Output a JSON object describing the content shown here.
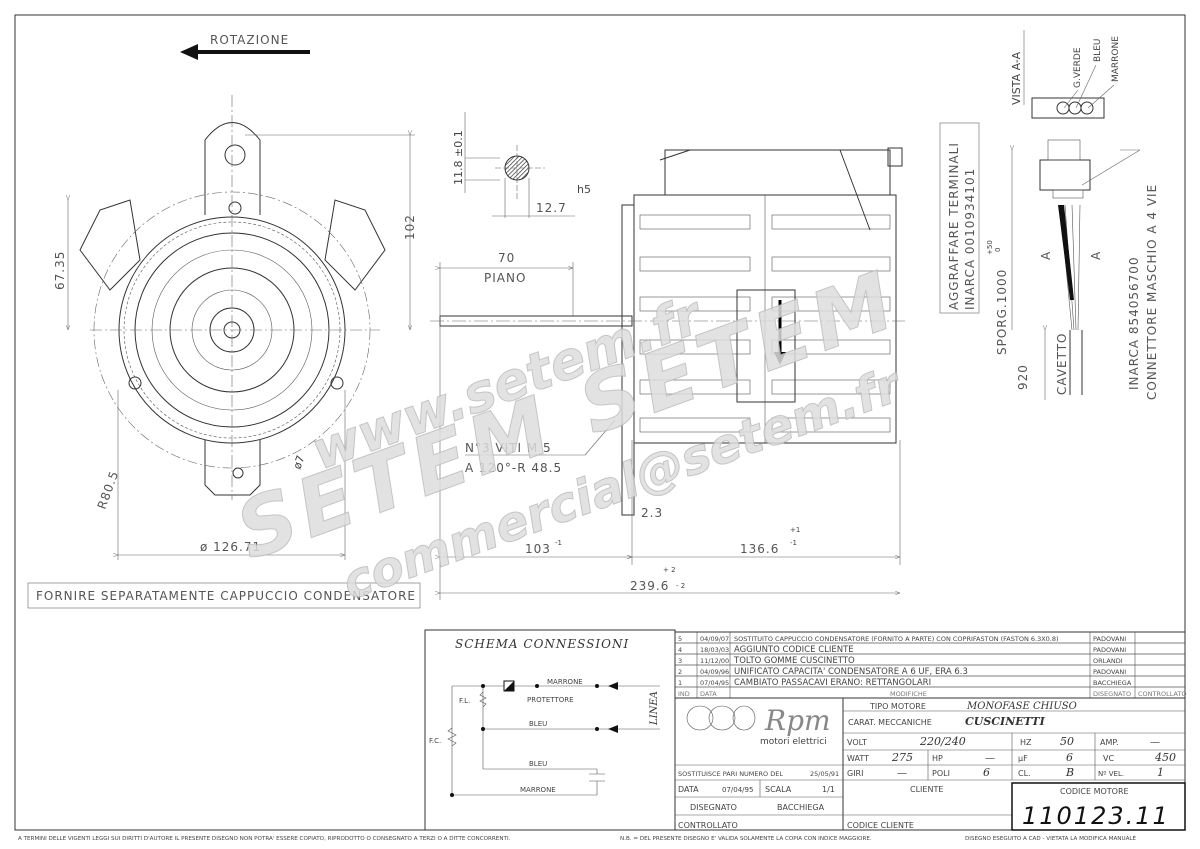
{
  "drawing": {
    "rotation_label": "ROTAZIONE",
    "front_view": {
      "dim_height": "102",
      "dim_axis": "67.35",
      "dim_radius": "R80.5",
      "dim_diameter": "ø 126.71",
      "dim_hole": "ø7"
    },
    "shaft_section": {
      "dim_flat": "11.8 ±0.1",
      "dim_diameter": "12.7",
      "tolerance": "h5"
    },
    "side_view": {
      "dim_shaft": "70",
      "shaft_label": "PIANO",
      "screws_line1": "N°3 VITI M 5",
      "screws_line2": "A 120°-R 48.5",
      "dim_flange": "2.3",
      "dim_front": "103",
      "dim_front_tol": "-1",
      "dim_body": "136.6",
      "dim_body_tol_plus": "+1",
      "dim_body_tol_minus": "-1",
      "dim_total": "239.6",
      "dim_total_tol_plus": "+ 2",
      "dim_total_tol_minus": "- 2"
    },
    "note": "FORNIRE SEPARATAMENTE CAPPUCCIO CONDENSATORE"
  },
  "connector": {
    "view_label": "VISTA A-A",
    "wires": [
      "G.VERDE",
      "BLEU",
      "MARRONE"
    ],
    "terminal_note_1": "AGGRAFFARE TERMINALI",
    "terminal_note_2": "INARCA 0010934101",
    "protrusion": "SPORG.1000",
    "protrusion_tol_plus": "+50",
    "protrusion_tol_minus": "0",
    "cable_length": "920",
    "cable_label": "CAVETTO",
    "section_mark": "A",
    "connector_code": "INARCA 854056700",
    "connector_desc": "CONNETTORE MASCHIO A 4 VIE"
  },
  "schematic": {
    "title": "SCHEMA CONNESSIONI",
    "labels": {
      "marrone_top": "MARRONE",
      "protettore": "PROTETTORE",
      "bleu_mid": "BLEU",
      "bleu_low": "BLEU",
      "marrone_bottom": "MARRONE",
      "fl": "F.L.",
      "fc": "F.C.",
      "linea": "LINEA"
    }
  },
  "revisions": {
    "headers": {
      "ind": "IND",
      "date": "DATA",
      "desc": "MODIFICHE",
      "drawn": "DISEGNATO",
      "checked": "CONTROLLATO"
    },
    "rows": [
      {
        "ind": "5",
        "date": "04/09/07",
        "desc": "SOSTITUITO CAPPUCCIO CONDENSATORE (FORNITO A PARTE) CON COPRIFASTON (FASTON 6.3X0.8)",
        "drawn": "PADOVANI",
        "checked": ""
      },
      {
        "ind": "4",
        "date": "18/03/03",
        "desc": "AGGIUNTO CODICE CLIENTE",
        "drawn": "PADOVANI",
        "checked": ""
      },
      {
        "ind": "3",
        "date": "11/12/00",
        "desc": "TOLTO GOMME CUSCINETTO",
        "drawn": "ORLANDI",
        "checked": ""
      },
      {
        "ind": "2",
        "date": "04/09/96",
        "desc": "UNIFICATO CAPACITA' CONDENSATORE A 6 UF, ERA 6.3",
        "drawn": "PADOVANI",
        "checked": ""
      },
      {
        "ind": "1",
        "date": "07/04/95",
        "desc": "CAMBIATO PASSACAVI ERANO: RETTANGOLARI",
        "drawn": "BACCHIEGA",
        "checked": ""
      }
    ]
  },
  "title_block": {
    "logo": {
      "brand": "Rpm",
      "tagline": "motori elettrici"
    },
    "tipo_motore_label": "TIPO MOTORE",
    "tipo_motore": "MONOFASE CHIUSO",
    "carat_label": "CARAT. MECCANICHE",
    "carat": "CUSCINETTI",
    "volt_label": "VOLT",
    "volt": "220/240",
    "hz_label": "HZ",
    "hz": "50",
    "amp_label": "AMP.",
    "amp": "—",
    "watt_label": "WATT",
    "watt": "275",
    "hp_label": "HP",
    "hp": "—",
    "uf_label": "µF",
    "uf": "6",
    "vc_label": "VC",
    "vc": "450",
    "giri_label": "GIRI",
    "giri": "—",
    "poli_label": "POLI",
    "poli": "6",
    "cl_label": "CL.",
    "cl": "B",
    "nvel_label": "Nº VEL.",
    "nvel": "1",
    "sostituisce_label": "SOSTITUISCE PARI NUMERO DEL",
    "sostituisce_date": "25/05/91",
    "data_label": "DATA",
    "data": "07/04/95",
    "scala_label": "SCALA",
    "scala": "1/1",
    "disegnato_label": "DISEGNATO",
    "disegnato": "BACCHIEGA",
    "controllato_label": "CONTROLLATO",
    "cliente_label": "CLIENTE",
    "codice_cliente_label": "CODICE CLIENTE",
    "codice_motore_label": "CODICE MOTORE",
    "codice_motore": "110123.11"
  },
  "watermark": [
    "www.setem.fr",
    "SETEM SETEM",
    "commercial@setem.fr"
  ],
  "footer": [
    "A TERMINI DELLE VIGENTI LEGGI SUI DIRITTI D'AUTORE IL PRESENTE DISEGNO NON POTRA' ESSERE COPIATO, RIPRODOTTO O CONSEGNATO A TERZI O A DITTE CONCORRENTI.",
    "N.B. = DEL PRESENTE DISEGNO E' VALIDA SOLAMENTE LA COPIA CON INDICE MAGGIORE.",
    "DISEGNO ESEGUITO A CAD - VIETATA LA MODIFICA MANUALE"
  ]
}
